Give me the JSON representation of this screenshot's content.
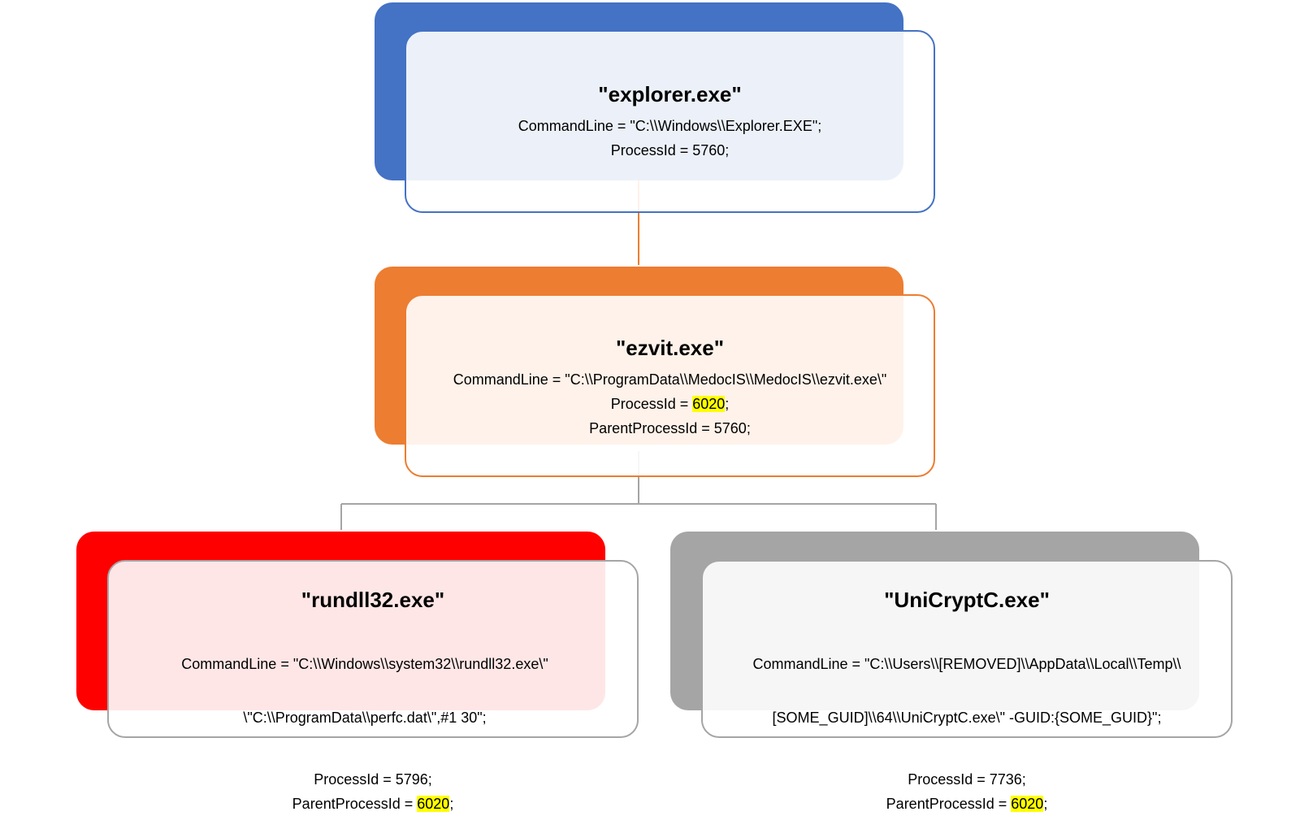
{
  "nodes": {
    "explorer": {
      "name": "\"explorer.exe\"",
      "command_line": "CommandLine = \"C:\\\\Windows\\\\Explorer.EXE\";",
      "process_id_prefix": "ProcessId = ",
      "process_id": "5760",
      "process_id_suffix": ";"
    },
    "ezvit": {
      "name": "\"ezvit.exe\"",
      "command_line": "CommandLine = \"C:\\\\ProgramData\\\\MedocIS\\\\MedocIS\\\\ezvit.exe\\\"",
      "process_id_prefix": "ProcessId = ",
      "process_id": "6020",
      "process_id_suffix": ";",
      "parent_prefix": "ParentProcessId = ",
      "parent_id": "5760",
      "parent_suffix": ";"
    },
    "rundll32": {
      "name": "\"rundll32.exe\"",
      "command_line_1": "CommandLine = \"C:\\\\Windows\\\\system32\\\\rundll32.exe\\\"",
      "command_line_2": "\\\"C:\\\\ProgramData\\\\perfc.dat\\\",#1 30\";",
      "process_id_prefix": "ProcessId = ",
      "process_id": "5796",
      "process_id_suffix": ";",
      "parent_prefix": "ParentProcessId = ",
      "parent_id": "6020",
      "parent_suffix": ";"
    },
    "unicrypt": {
      "name": "\"UniCryptC.exe\"",
      "command_line_1": "CommandLine = \"C:\\\\Users\\\\[REMOVED]\\\\AppData\\\\Local\\\\Temp\\\\",
      "command_line_2": "[SOME_GUID]\\\\64\\\\UniCryptC.exe\\\" -GUID:{SOME_GUID}\";",
      "process_id_prefix": "ProcessId = ",
      "process_id": "7736",
      "process_id_suffix": ";",
      "parent_prefix": "ParentProcessId = ",
      "parent_id": "6020",
      "parent_suffix": ";"
    }
  },
  "colors": {
    "explorer_back": "#4472c4",
    "explorer_border": "#4472c4",
    "ezvit_back": "#ed7d31",
    "ezvit_border": "#ed7d31",
    "rundll32_back": "#ff0000",
    "rundll32_border": "#a5a5a5",
    "unicrypt_back": "#a5a5a5",
    "unicrypt_border": "#a5a5a5",
    "highlight": "#ffff00"
  }
}
